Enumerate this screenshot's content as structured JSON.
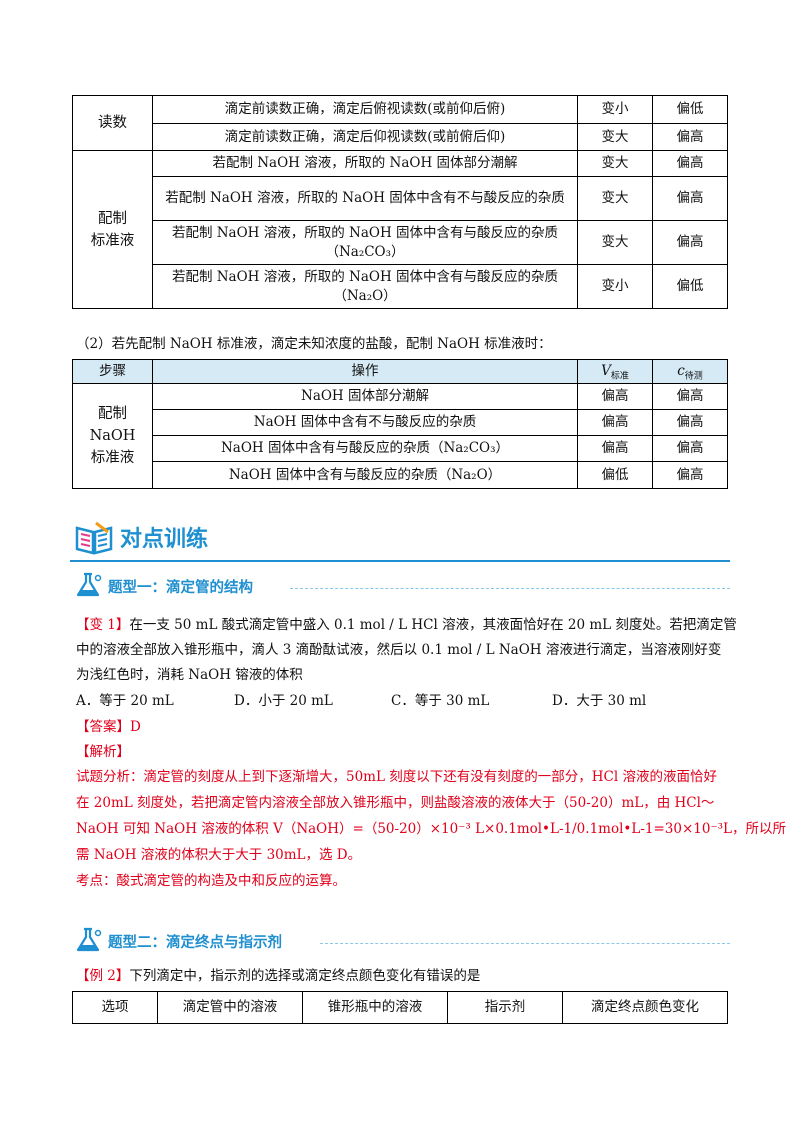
{
  "table1": {
    "rows": [
      {
        "group": "读数",
        "op": "滴定前读数正确，滴定后俯视读数(或前仰后俯)",
        "v": "变小",
        "c": "偏低"
      },
      {
        "op": "滴定前读数正确，滴定后仰视读数(或前俯后仰)",
        "v": "变大",
        "c": "偏高"
      },
      {
        "group": "配制\n标准液",
        "op": "若配制 NaOH 溶液，所取的 NaOH 固体部分潮解",
        "v": "变大",
        "c": "偏高"
      },
      {
        "op": "若配制 NaOH 溶液，所取的 NaOH 固体中含有不与酸反应的杂质",
        "v": "变大",
        "c": "偏高"
      },
      {
        "op": "若配制 NaOH 溶液，所取的 NaOH 固体中含有与酸反应的杂质（Na₂CO₃）",
        "v": "变大",
        "c": "偏高"
      },
      {
        "op": "若配制 NaOH 溶液，所取的 NaOH 固体中含有与酸反应的杂质（Na₂O）",
        "v": "变小",
        "c": "偏低"
      }
    ]
  },
  "intro2": "（2）若先配制 NaOH 标准液，滴定未知浓度的盐酸，配制 NaOH 标准液时：",
  "table2": {
    "headers": {
      "step": "步骤",
      "op": "操作",
      "v": "V",
      "v_sub": "标准",
      "c": "c",
      "c_sub": "待测"
    },
    "group": "配制\nNaOH\n标准液",
    "rows": [
      {
        "op": "NaOH 固体部分潮解",
        "v": "偏高",
        "c": "偏高"
      },
      {
        "op": "NaOH 固体中含有不与酸反应的杂质",
        "v": "偏高",
        "c": "偏高"
      },
      {
        "op": "NaOH 固体中含有与酸反应的杂质（Na₂CO₃）",
        "v": "偏高",
        "c": "偏高"
      },
      {
        "op": "NaOH 固体中含有与酸反应的杂质（Na₂O）",
        "v": "偏低",
        "c": "偏高"
      }
    ]
  },
  "section_title": "对点训练",
  "type1": "题型一：滴定管的结构",
  "q1": {
    "tag": "【变 1】",
    "line1": "在一支 50 mL 酸式滴定管中盛入 0.1 mol / L HCl 溶液，其液面恰好在 20 mL 刻度处。若把滴定管",
    "line2": "中的溶液全部放入锥形瓶中，滴人 3 滴酚酞试液，然后以 0.1 mol / L NaOH 溶液进行滴定，当溶液刚好变",
    "line3": "为浅红色时，消耗 NaOH 镕液的体积",
    "options": [
      "A．等于 20 mL",
      "D．小于 20 mL",
      "C．等于 30 mL",
      "D．大于 30 ml"
    ],
    "answer_tag": "【答案】",
    "answer": "D",
    "analysis_tag": "【解析】",
    "analysis": [
      "试题分析：滴定管的刻度从上到下逐渐增大，50mL 刻度以下还有没有刻度的一部分，HCl 溶液的液面恰好",
      "在 20mL 刻度处，若把滴定管内溶液全部放入锥形瓶中，则盐酸溶液的液体大于（50-20）mL，由 HCl～",
      "NaOH 可知 NaOH 溶液的体积 V（NaOH）=（50-20）×10⁻³ L×0.1mol•L-1/0.1mol•L-1=30×10⁻³L，所以所",
      "需 NaOH 溶液的体积大于大于 30mL，选 D。",
      "考点：酸式滴定管的构造及中和反应的运算。"
    ]
  },
  "type2": "题型二：滴定终点与指示剂",
  "q2": {
    "tag": "【例 2】",
    "text": "下列滴定中，指示剂的选择或滴定终点颜色变化有错误的是",
    "headers": [
      "选项",
      "滴定管中的溶液",
      "锥形瓶中的溶液",
      "指示剂",
      "滴定终点颜色变化"
    ]
  },
  "colors": {
    "accent": "#1e8fd0",
    "red": "#e0001b",
    "header_bg": "#d6eaf5"
  },
  "icons": [
    "book-icon",
    "flask-icon"
  ]
}
